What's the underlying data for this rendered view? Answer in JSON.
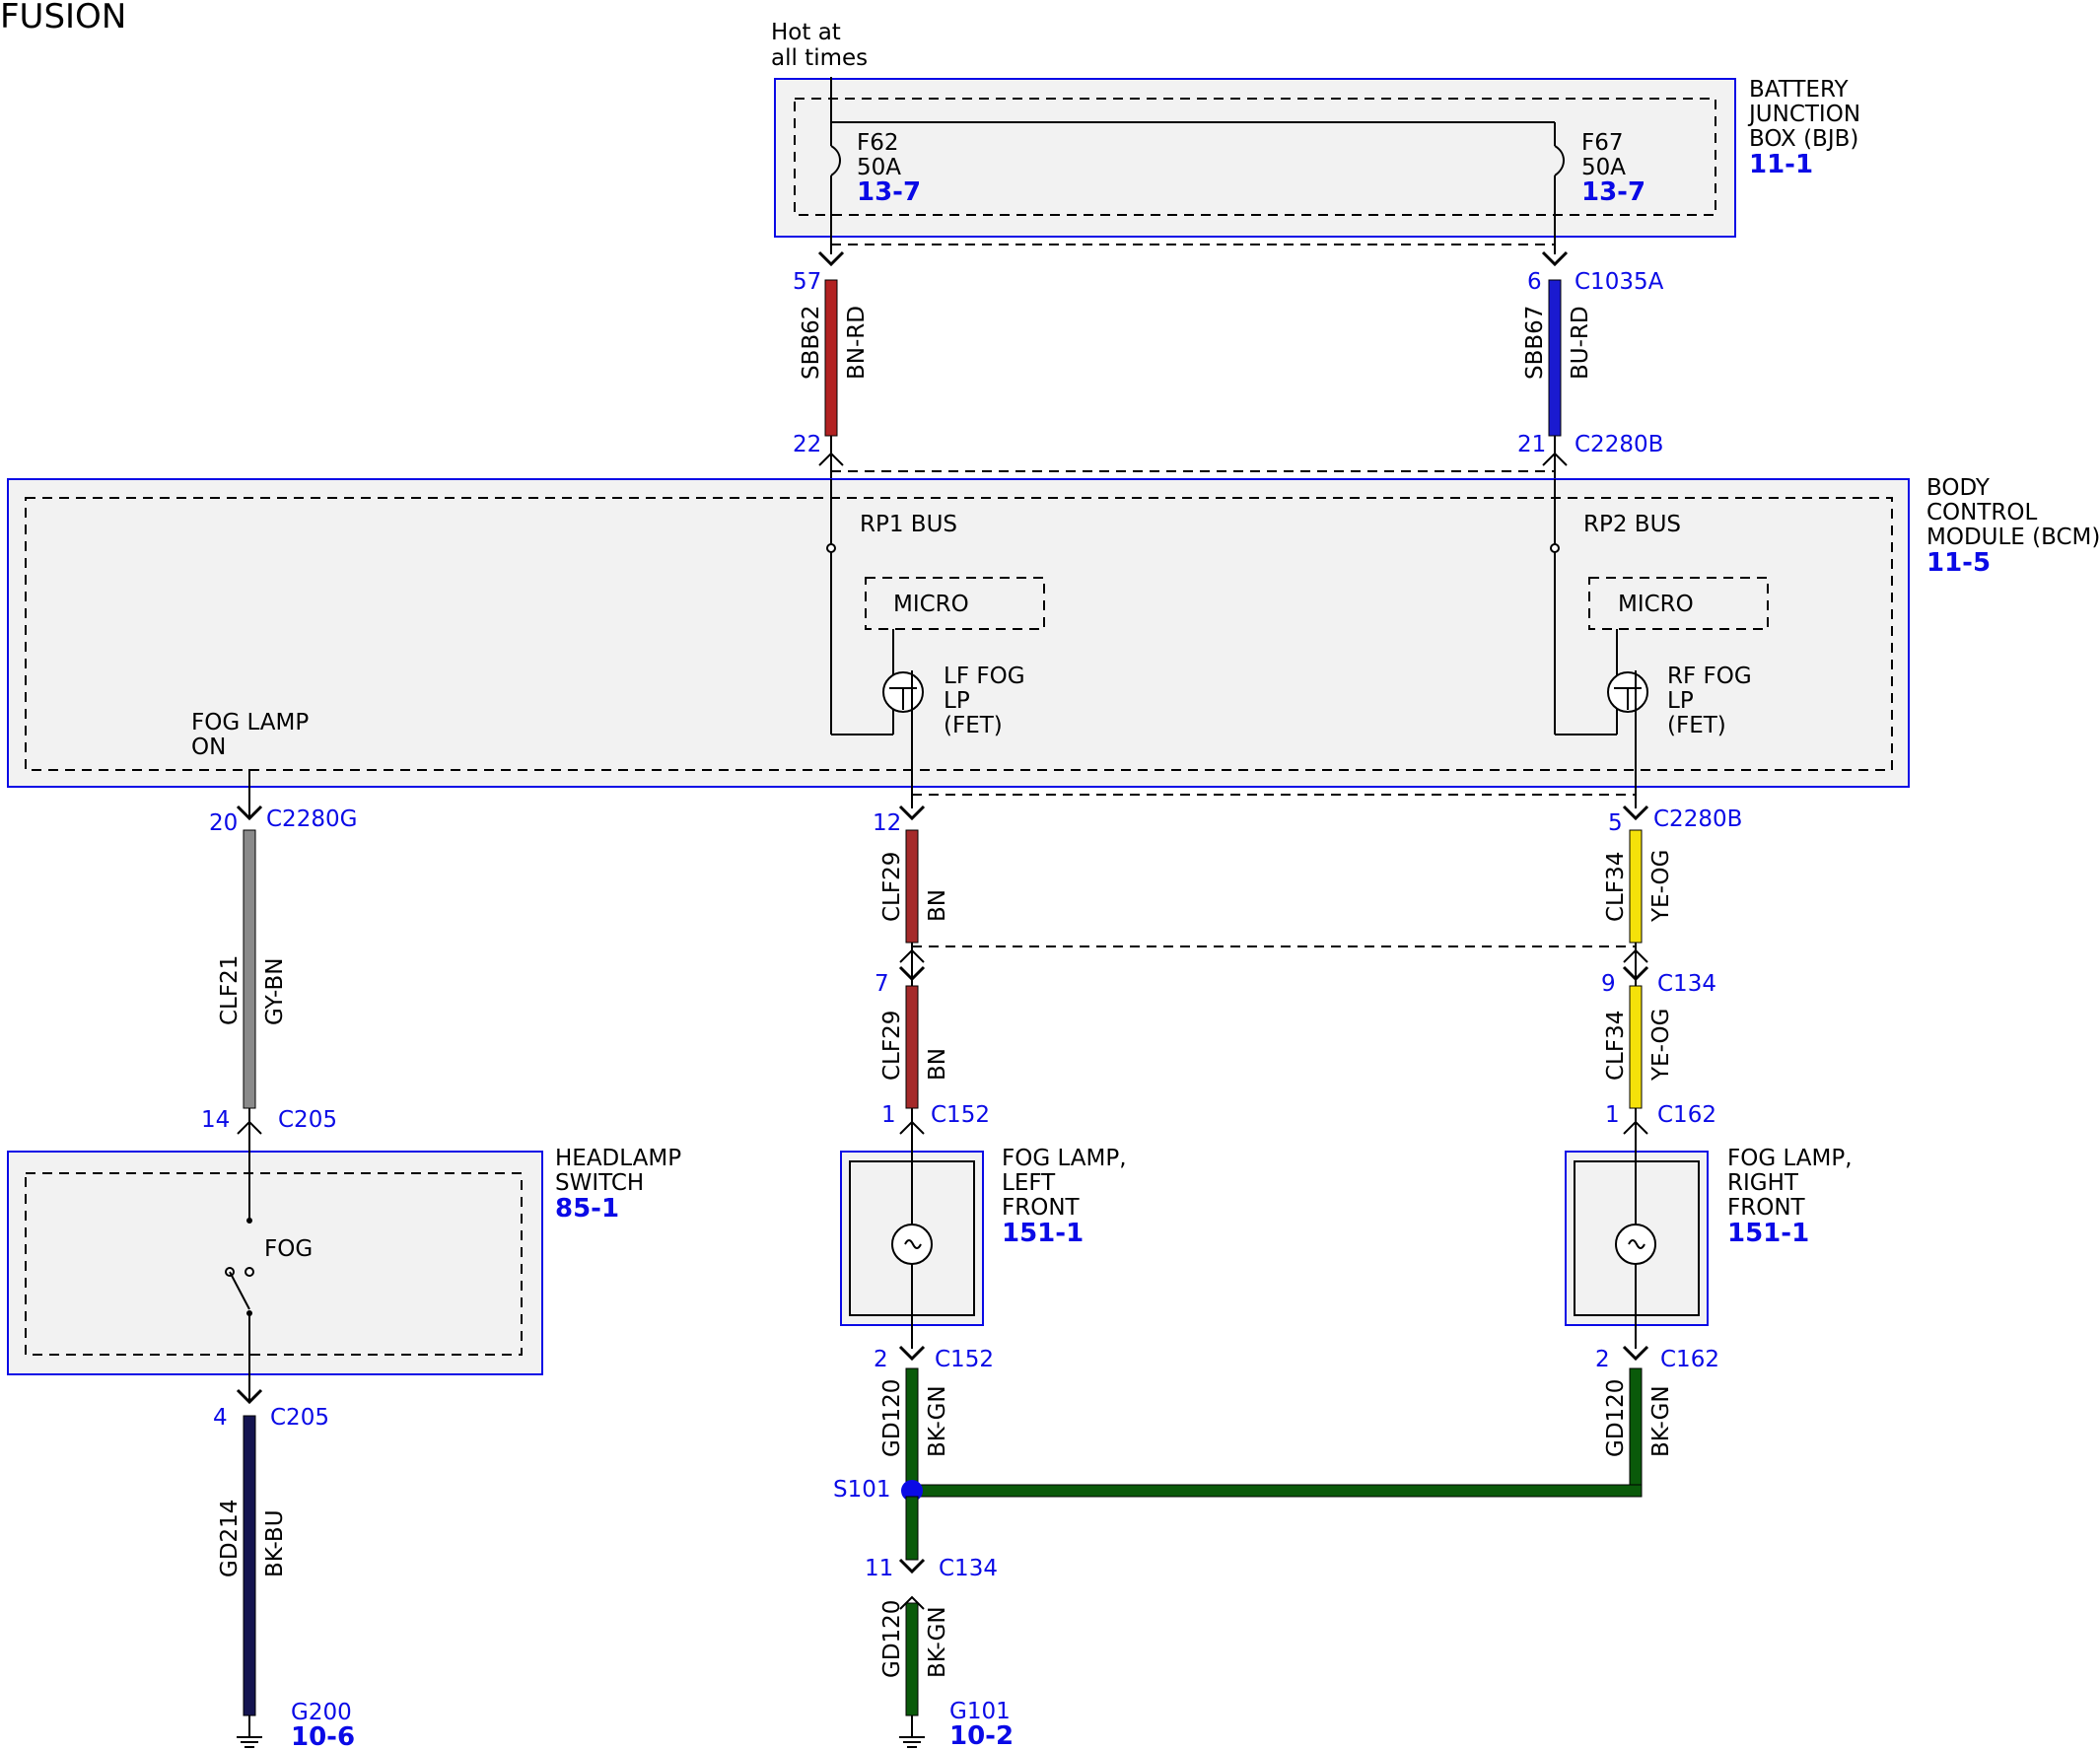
{
  "title": "FUSION",
  "power": {
    "label_l1": "Hot at",
    "label_l2": "all times"
  },
  "modules": {
    "bjb": {
      "l1": "BATTERY",
      "l2": "JUNCTION",
      "l3": "BOX (BJB)",
      "ref": "11-1"
    },
    "bcm": {
      "l1": "BODY",
      "l2": "CONTROL",
      "l3": "MODULE (BCM)",
      "ref": "11-5",
      "rp1": "RP1 BUS",
      "rp2": "RP2 BUS",
      "micro": "MICRO",
      "lf_l1": "LF FOG",
      "lf_l2": "LP",
      "lf_l3": "(FET)",
      "rf_l1": "RF FOG",
      "rf_l2": "LP",
      "rf_l3": "(FET)",
      "fog_l1": "FOG LAMP",
      "fog_l2": "ON"
    },
    "headlamp": {
      "l1": "HEADLAMP",
      "l2": "SWITCH",
      "ref": "85-1",
      "fog": "FOG"
    },
    "lamp_left": {
      "l1": "FOG LAMP,",
      "l2": "LEFT",
      "l3": "FRONT",
      "ref": "151-1"
    },
    "lamp_right": {
      "l1": "FOG LAMP,",
      "l2": "RIGHT",
      "l3": "FRONT",
      "ref": "151-1"
    }
  },
  "fuses": {
    "f62": {
      "name": "F62",
      "rating": "50A",
      "ref": "13-7"
    },
    "f67": {
      "name": "F67",
      "rating": "50A",
      "ref": "13-7"
    }
  },
  "pins": {
    "p57": "57",
    "p6": "6",
    "p22": "22",
    "p21": "21",
    "p20": "20",
    "p12": "12",
    "p5": "5",
    "p7": "7",
    "p9": "9",
    "p14": "14",
    "p1l": "1",
    "p1r": "1",
    "p2l": "2",
    "p2r": "2",
    "p4": "4",
    "p11": "11"
  },
  "connectors": {
    "c1035a": "C1035A",
    "c2280b_top": "C2280B",
    "c2280g": "C2280G",
    "c2280b_mid": "C2280B",
    "c134_r": "C134",
    "c205_a": "C205",
    "c152_a": "C152",
    "c162_a": "C162",
    "c152_b": "C152",
    "c162_b": "C162",
    "c205_b": "C205",
    "c134_b": "C134"
  },
  "wires": {
    "sbb62": {
      "circuit": "SBB62",
      "color": "BN-RD"
    },
    "sbb67": {
      "circuit": "SBB67",
      "color": "BU-RD"
    },
    "clf21": {
      "circuit": "CLF21",
      "color": "GY-BN"
    },
    "clf29_a": {
      "circuit": "CLF29",
      "color": "BN"
    },
    "clf29_b": {
      "circuit": "CLF29",
      "color": "BN"
    },
    "clf34_a": {
      "circuit": "CLF34",
      "color": "YE-OG"
    },
    "clf34_b": {
      "circuit": "CLF34",
      "color": "YE-OG"
    },
    "gd214": {
      "circuit": "GD214",
      "color": "BK-BU"
    },
    "gd120_l": {
      "circuit": "GD120",
      "color": "BK-GN"
    },
    "gd120_r": {
      "circuit": "GD120",
      "color": "BK-GN"
    },
    "gd120_b": {
      "circuit": "GD120",
      "color": "BK-GN"
    }
  },
  "splice": "S101",
  "grounds": {
    "g200": {
      "name": "G200",
      "ref": "10-6"
    },
    "g101": {
      "name": "G101",
      "ref": "10-2"
    }
  },
  "colors": {
    "module_border": "#0a0ae6",
    "bn_rd": "#b22222",
    "bu_rd": "#1a1ad0",
    "gy_bn": "#8a8a8a",
    "bn": "#a52a2a",
    "ye_og": "#f5e10a",
    "bk_bu": "#141450",
    "bk_gn": "#0a5a0a"
  }
}
